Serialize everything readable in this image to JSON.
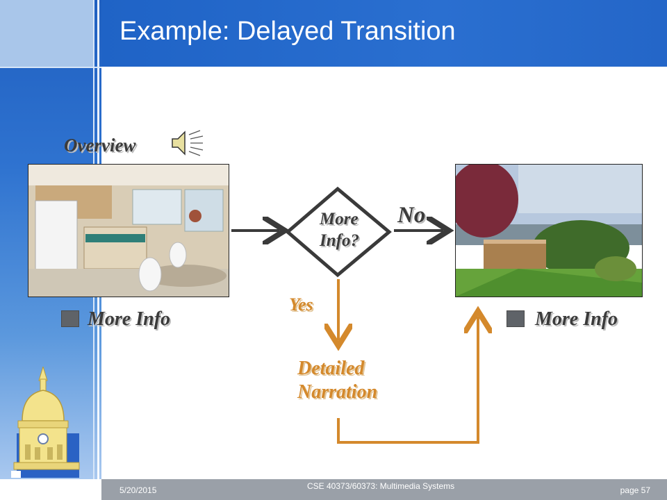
{
  "slide": {
    "title": "Example: Delayed Transition",
    "overview_label": "Overview",
    "more_info_left": "More Info",
    "more_info_right": "More Info",
    "decision_line1": "More",
    "decision_line2": "Info?",
    "no_label": "No",
    "yes_label": "Yes",
    "detail_line1": "Detailed",
    "detail_line2": "Narration"
  },
  "footer": {
    "date": "5/20/2015",
    "course": "CSE 40373/60373: Multimedia Systems",
    "page": "page 57"
  },
  "icons": {
    "speaker": "speaker-icon",
    "logo": "golden-dome-logo"
  },
  "colors": {
    "title_bar": "#2a6fd0",
    "accent_orange": "#d4892c",
    "arrow_dark": "#3a3a3a",
    "footer": "#9aa0a8"
  }
}
